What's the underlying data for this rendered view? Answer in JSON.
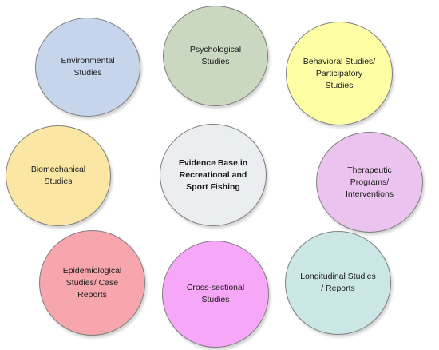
{
  "diagram": {
    "nodes": [
      {
        "id": "env",
        "label": "Environmental\nStudies",
        "fill": "#c6d4ec"
      },
      {
        "id": "psy",
        "label": "Psychological\nStudies",
        "fill": "#cad8c2"
      },
      {
        "id": "beh",
        "label": "Behavioral Studies/\nParticipatory\nStudies",
        "fill": "#fefea4"
      },
      {
        "id": "bio",
        "label": "Biomechanical\nStudies",
        "fill": "#fbe6a3"
      },
      {
        "id": "ctr",
        "label": "Evidence Base in\nRecreational  and\nSport Fishing",
        "fill": "#ecedf0"
      },
      {
        "id": "ther",
        "label": "Therapeutic\nPrograms/\nInterventions",
        "fill": "#eac3ef"
      },
      {
        "id": "epi",
        "label": "Epidemiological\nStudies/ Case\nReports",
        "fill": "#f6a6ac"
      },
      {
        "id": "cross",
        "label": "Cross-sectional\nStudies",
        "fill": "#f7a7f7"
      },
      {
        "id": "long",
        "label": "Longitudinal Studies\n/ Reports",
        "fill": "#cae7e6"
      }
    ]
  }
}
